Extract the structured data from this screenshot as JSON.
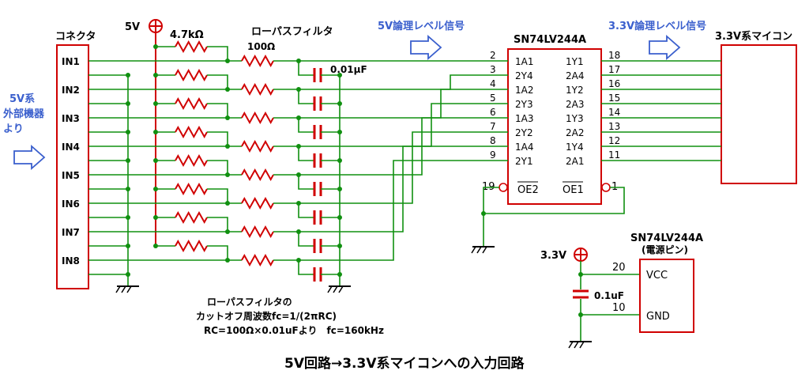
{
  "labels": {
    "connector": "コネクタ",
    "supply_5v": "5V",
    "r_pullup": "4.7kΩ",
    "lpf_title": "ローパスフィルタ",
    "r_filter": "100Ω",
    "c_filter": "0.01μF",
    "sig_5v": "5V論理レベル信号",
    "ic_name": "SN74LV244A",
    "sig_33v": "3.3V論理レベル信号",
    "mcu": "3.3V系マイコン",
    "ext_line1": "5V系",
    "ext_line2": "外部機器",
    "ext_line3": "より",
    "supply_33v": "3.3V",
    "pwr_ic_name": "SN74LV244A",
    "pwr_ic_sub": "(電源ピン)",
    "c_bypass": "0.1uF",
    "vcc": "VCC",
    "gnd": "GND",
    "pin20": "20",
    "pin10": "10",
    "oe2": "OE2",
    "oe1": "OE1",
    "pin19": "19",
    "pin1": "1",
    "note1": "ローパスフィルタの",
    "note2": "カットオフ周波数fc=1/(2πRC)",
    "note3": "RC=100Ω×0.01uFより　fc=160kHz",
    "title": "5V回路→3.3V系マイコンへの入力回路"
  },
  "inputs": [
    "IN1",
    "IN2",
    "IN3",
    "IN4",
    "IN5",
    "IN6",
    "IN7",
    "IN8"
  ],
  "left_pins": [
    {
      "num": "2",
      "name": "1A1"
    },
    {
      "num": "3",
      "name": "2Y4"
    },
    {
      "num": "4",
      "name": "1A2"
    },
    {
      "num": "5",
      "name": "2Y3"
    },
    {
      "num": "6",
      "name": "1A3"
    },
    {
      "num": "7",
      "name": "2Y2"
    },
    {
      "num": "8",
      "name": "1A4"
    },
    {
      "num": "9",
      "name": "2Y1"
    }
  ],
  "right_pins": [
    {
      "num": "18",
      "name": "1Y1"
    },
    {
      "num": "17",
      "name": "2A4"
    },
    {
      "num": "16",
      "name": "1Y2"
    },
    {
      "num": "15",
      "name": "2A3"
    },
    {
      "num": "14",
      "name": "1Y3"
    },
    {
      "num": "13",
      "name": "2A2"
    },
    {
      "num": "12",
      "name": "1Y4"
    },
    {
      "num": "11",
      "name": "2A1"
    }
  ],
  "colors": {
    "power": "#d00000",
    "signal": "#109010",
    "arrow": "#3a5fcd"
  }
}
